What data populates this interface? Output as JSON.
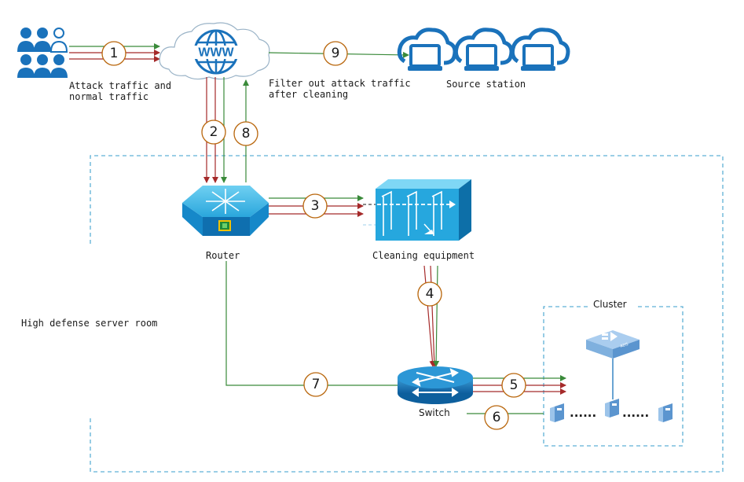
{
  "labels": {
    "attack_normal_line1": "Attack traffic and",
    "attack_normal_line2": "normal traffic",
    "www": "WWW",
    "filter_line1": "Filter out attack traffic",
    "filter_line2": "after cleaning",
    "source_station": "Source station",
    "router": "Router",
    "cleaning_equipment": "Cleaning equipment",
    "high_defense_room": "High defense server room",
    "cluster": "Cluster",
    "switch": "Switch",
    "ads_tag": "ADS",
    "dots1": "......",
    "dots2": "......"
  },
  "steps": [
    "1",
    "2",
    "3",
    "4",
    "5",
    "6",
    "7",
    "8",
    "9"
  ],
  "colors": {
    "attack_line": "#a52a2a",
    "normal_line": "#3a8a3a",
    "step_circle": "#b8650a",
    "dashed_box": "#5fb0d6",
    "device_blue": "#1a72bb",
    "users_blue": "#1a72bb"
  }
}
